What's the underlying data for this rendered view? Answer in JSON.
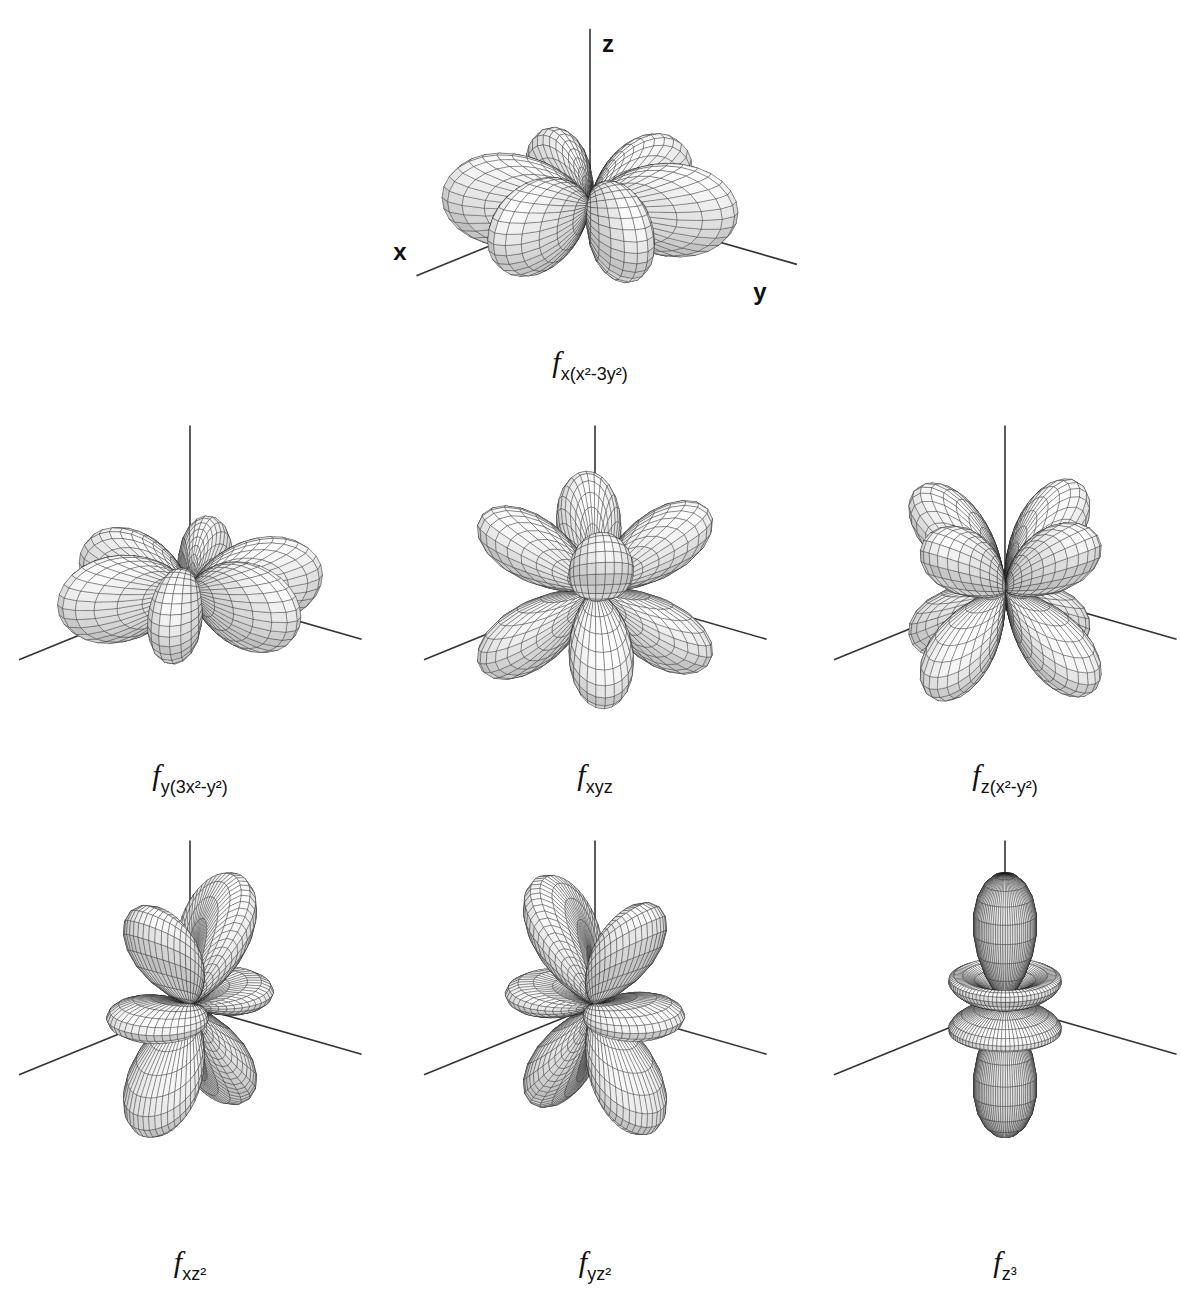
{
  "diagram": {
    "labels": [
      "z",
      "x",
      "y",
      "fx(x²-3y²)",
      "fy(3x²-y²)",
      "fxyz",
      "fz(x²-y²)",
      "fxz²",
      "fyz²",
      "fz³"
    ]
  }
}
